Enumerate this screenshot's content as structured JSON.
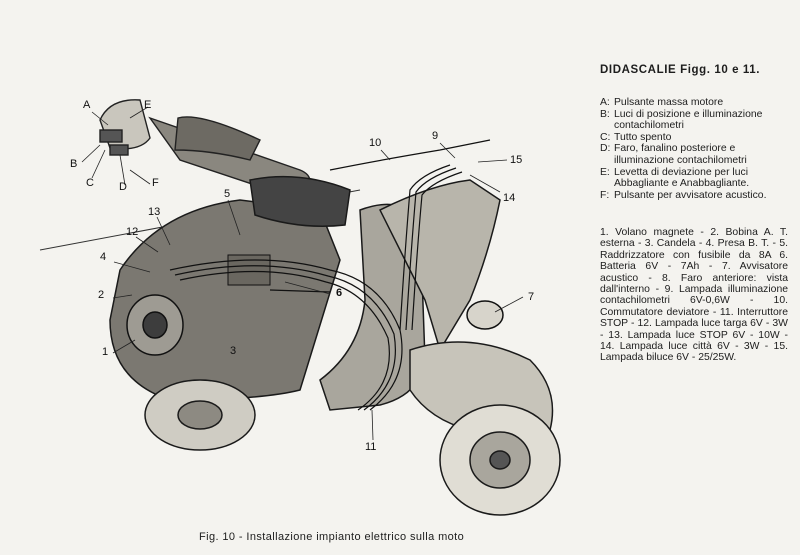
{
  "caption_title": "DIDASCALIE Figg. 10 e 11.",
  "legend": [
    {
      "key": "A:",
      "text": "Pulsante massa motore"
    },
    {
      "key": "B:",
      "text": "Luci di posizione e illuminazione contachilometri"
    },
    {
      "key": "C:",
      "text": "Tutto spento"
    },
    {
      "key": "D:",
      "text": "Faro, fanalino posteriore e illuminazione contachilometri"
    },
    {
      "key": "E:",
      "text": "Levetta di deviazione per luci Abbagliante e Anabbagliante."
    },
    {
      "key": "F:",
      "text": "Pulsante per avvisatore acustico."
    }
  ],
  "numbered_text": "1. Volano magnete - 2. Bobina A. T. esterna - 3. Candela - 4. Presa B. T. - 5. Raddrizzatore con fusibile da 8A 6. Batteria 6V - 7Ah - 7. Avvisatore acustico - 8. Faro anteriore: vista dall'interno - 9. Lampada illuminazione contachilometri 6V-0,6W - 10. Commutatore deviatore - 11. Interruttore STOP - 12. Lampada luce targa 6V - 3W - 13. Lampada luce STOP 6V - 10W - 14. Lampada luce città 6V - 3W - 15. Lampada biluce 6V - 25/25W.",
  "figure_caption": "Fig. 10 - Installazione impianto elettrico sulla moto",
  "callouts": {
    "A": "A",
    "B": "B",
    "C": "C",
    "D": "D",
    "E": "E",
    "F": "F",
    "n1": "1",
    "n2": "2",
    "n3": "3",
    "n4": "4",
    "n5": "5",
    "n6": "6",
    "n7": "7",
    "n9": "9",
    "n10": "10",
    "n11": "11",
    "n12": "12",
    "n13": "13",
    "n14": "14",
    "n15": "15"
  }
}
